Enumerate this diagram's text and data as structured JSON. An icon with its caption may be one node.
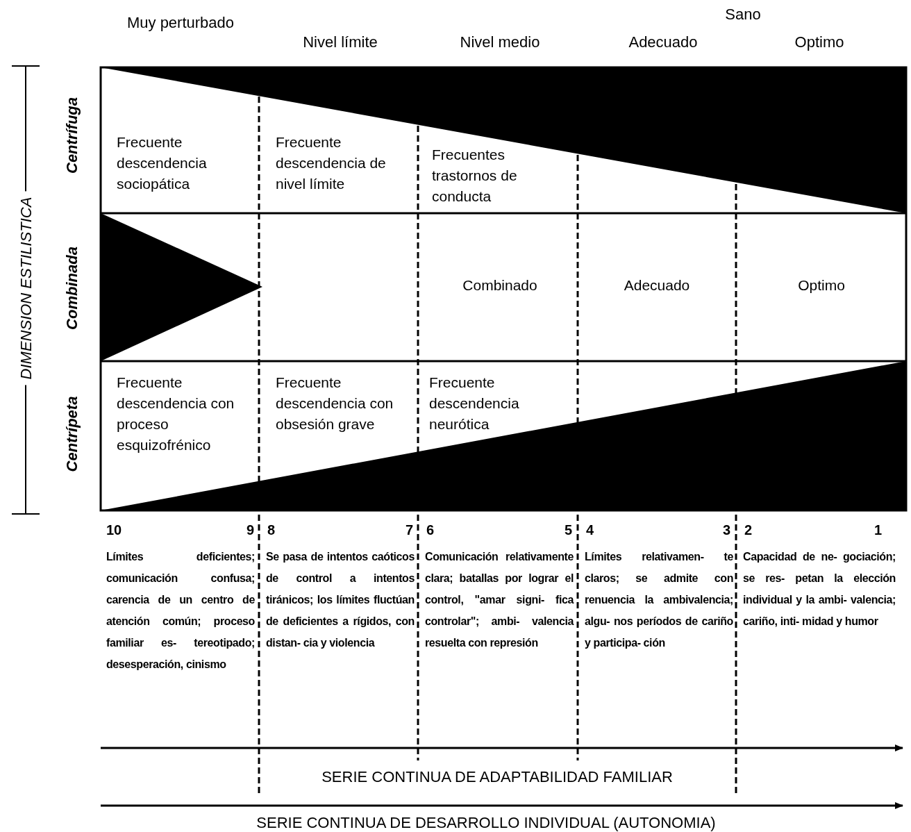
{
  "diagram": {
    "labels": [
      "Muy perturbado",
      "Sano",
      "Nivel límite",
      "Nivel medio",
      "Adecuado",
      "Optimo",
      "DIMENSION ESTILISTICA",
      "Centrífuga",
      "Frecuente descendencia sociopática",
      "Frecuente descendencia de nivel límite",
      "Frecuentes trastornos de conducta",
      "Combinada",
      "Combinado",
      "Adecuado",
      "Optimo",
      "Centrípeta",
      "Frecuente descendencia con proceso esquizofrénico",
      "Frecuente descendencia con obsesión grave",
      "Frecuente descendencia neurótica",
      "10",
      "9",
      "8",
      "7",
      "6",
      "5",
      "4",
      "3",
      "2",
      "1",
      "Límites deficientes; comunicación confusa; carencia de un centro de atención común; proceso familiar es- tereotipado; desesperación, cinismo",
      "Se pasa de intentos caóticos de control a intentos tiránicos; los límites fluctúan de deficientes a rígidos, con distan- cia y violencia",
      "Comunicación relativamente clara; batallas por lograr el control, \"amar signi- fica controlar\"; ambi- valencia resuelta con represión",
      "Límites relativamen- te claros; se admite con renuencia la ambivalencia; algu- nos períodos de cariño y participa- ción",
      "Capacidad de ne- gociación; se res- petan la elección individual y la ambi- valencia; cariño, inti- midad y humor",
      "SERIE CONTINUA DE ADAPTABILIDAD FAMILIAR",
      "SERIE CONTINUA DE DESARROLLO INDIVIDUAL (AUTONOMIA)"
    ]
  }
}
